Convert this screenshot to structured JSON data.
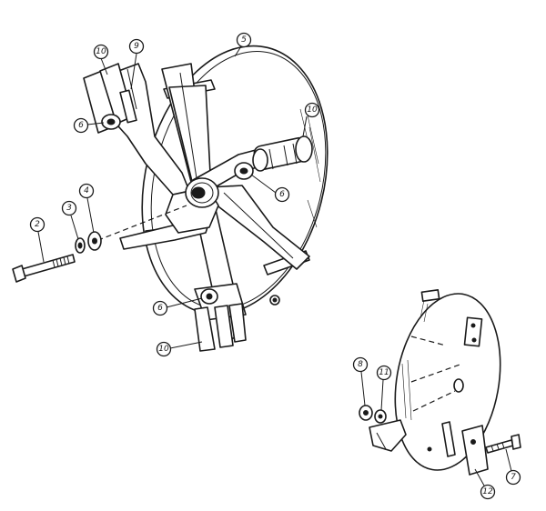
{
  "callouts": [
    {
      "id": "c1",
      "label": "10"
    },
    {
      "id": "c2",
      "label": "9"
    },
    {
      "id": "c3",
      "label": "5"
    },
    {
      "id": "c4",
      "label": "6"
    },
    {
      "id": "c5",
      "label": "10"
    },
    {
      "id": "c6",
      "label": "6"
    },
    {
      "id": "c7",
      "label": "4"
    },
    {
      "id": "c8",
      "label": "3"
    },
    {
      "id": "c9",
      "label": "2"
    },
    {
      "id": "c10",
      "label": "6"
    },
    {
      "id": "c11",
      "label": "10"
    },
    {
      "id": "c12",
      "label": "8"
    },
    {
      "id": "c13",
      "label": "11"
    },
    {
      "id": "c14",
      "label": "7"
    },
    {
      "id": "c15",
      "label": "12"
    }
  ]
}
